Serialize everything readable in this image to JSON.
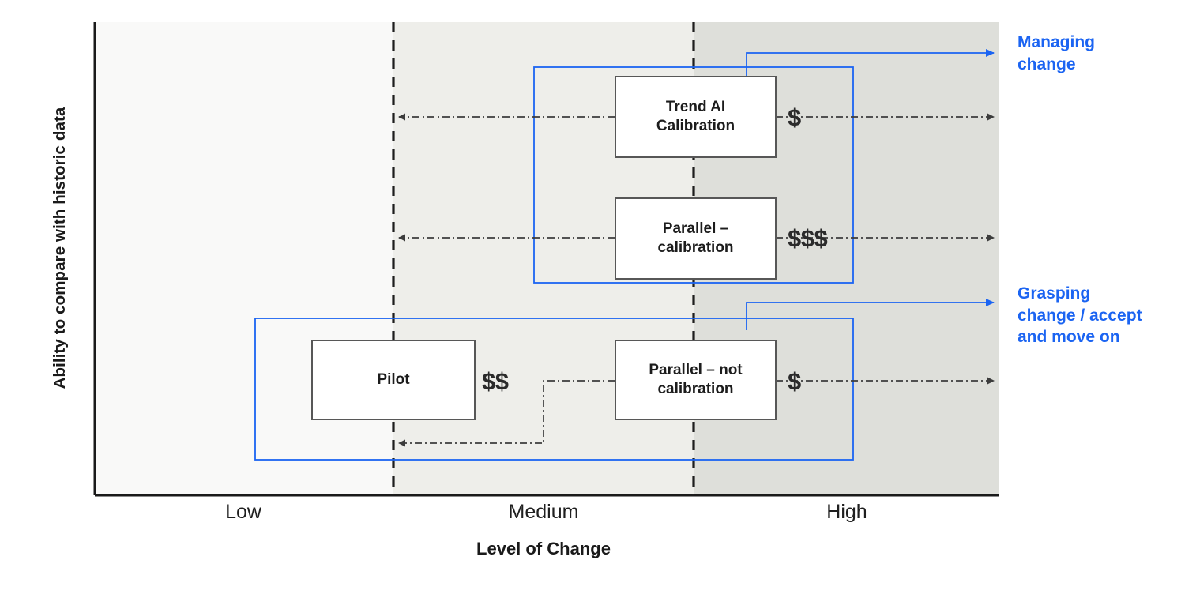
{
  "chart_data": {
    "type": "scatter",
    "title": "",
    "xlabel": "Level of Change",
    "ylabel": "Ability to compare with historic data",
    "x_ticks": [
      "Low",
      "Medium",
      "High"
    ],
    "grid": false,
    "legend_position": "right",
    "bands": [
      {
        "name": "low-band",
        "color": "#f9f9f8"
      },
      {
        "name": "medium-band",
        "color": "#eeeeea"
      },
      {
        "name": "high-band",
        "color": "#dedfda"
      }
    ],
    "series": [
      {
        "name": "Managing change",
        "color": "#1b64f2",
        "items": [
          {
            "label": "Trend AI Calibration",
            "cost": "$",
            "level_of_change": "Medium-High",
            "comparability": "High"
          },
          {
            "label": "Parallel – calibration",
            "cost": "$$$",
            "level_of_change": "Medium-High",
            "comparability": "High"
          }
        ]
      },
      {
        "name": "Grasping change / accept and move on",
        "color": "#1b64f2",
        "items": [
          {
            "label": "Pilot",
            "cost": "$$",
            "level_of_change": "Low-Medium",
            "comparability": "Low"
          },
          {
            "label": "Parallel – not calibration",
            "cost": "$",
            "level_of_change": "Medium-High",
            "comparability": "Low"
          }
        ]
      }
    ],
    "annotations": [
      {
        "name": "trend-ai-range",
        "text": "",
        "style": "dash-dot double arrow"
      },
      {
        "name": "parallel-calibration-range",
        "text": "",
        "style": "dash-dot double arrow"
      },
      {
        "name": "parallel-not-calibration-range",
        "text": "",
        "style": "dash-dot elbow arrow"
      }
    ]
  },
  "axes": {
    "y_label": "Ability to compare with historic data",
    "x_label": "Level of Change",
    "x_ticks": [
      "Low",
      "Medium",
      "High"
    ]
  },
  "nodes": [
    {
      "id": "trend-ai-calibration",
      "label": "Trend AI\nCalibration",
      "line1": "Trend AI",
      "line2": "Calibration",
      "cost": "$"
    },
    {
      "id": "parallel-calibration",
      "label": "Parallel –\ncalibration",
      "line1": "Parallel –",
      "line2": "calibration",
      "cost": "$$$"
    },
    {
      "id": "pilot",
      "label": "Pilot",
      "line1": "Pilot",
      "line2": "",
      "cost": "$$"
    },
    {
      "id": "parallel-not-calibration",
      "label": "Parallel – not\ncalibration",
      "line1": "Parallel – not",
      "line2": "calibration",
      "cost": "$"
    }
  ],
  "groups": [
    {
      "id": "managing-change",
      "label": "Managing\nchange",
      "color": "#1b64f2"
    },
    {
      "id": "grasping-change",
      "label": "Grasping\nchange / accept\nand move on",
      "color": "#1b64f2"
    }
  ],
  "colors": {
    "accent_blue": "#1b64f2",
    "band_low": "#f9f9f8",
    "band_medium": "#eeeeea",
    "band_high": "#dedfda",
    "axis": "#1a1a1a",
    "node_border": "#575757",
    "annotation": "#3c3c3c"
  }
}
